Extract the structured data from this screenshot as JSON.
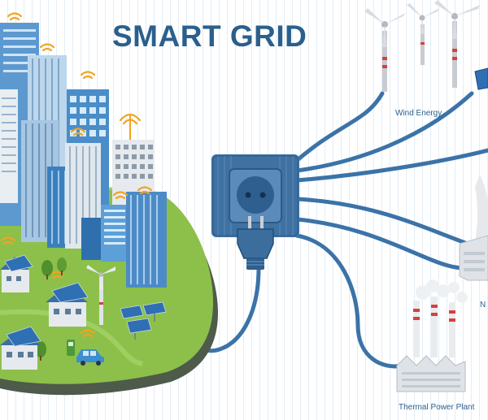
{
  "title": "SMART GRID",
  "labels": {
    "wind": "Wind Energy",
    "nuclear": "N",
    "thermal": "Thermal Power Plant"
  },
  "colors": {
    "primary": "#2b5f8c",
    "cable": "#3b73a8",
    "socket": "#3f72a3",
    "grass": "#8cc04a",
    "island_edge": "#4e5a4a",
    "wifi": "#f2a320",
    "background_stripe": "#e3edf6"
  },
  "icons": [
    "wifi-icon",
    "wind-turbine-icon",
    "solar-panel-icon",
    "house-icon",
    "tree-icon",
    "electric-car-icon",
    "power-socket-icon",
    "power-plug-icon",
    "factory-icon",
    "cooling-tower-icon"
  ]
}
